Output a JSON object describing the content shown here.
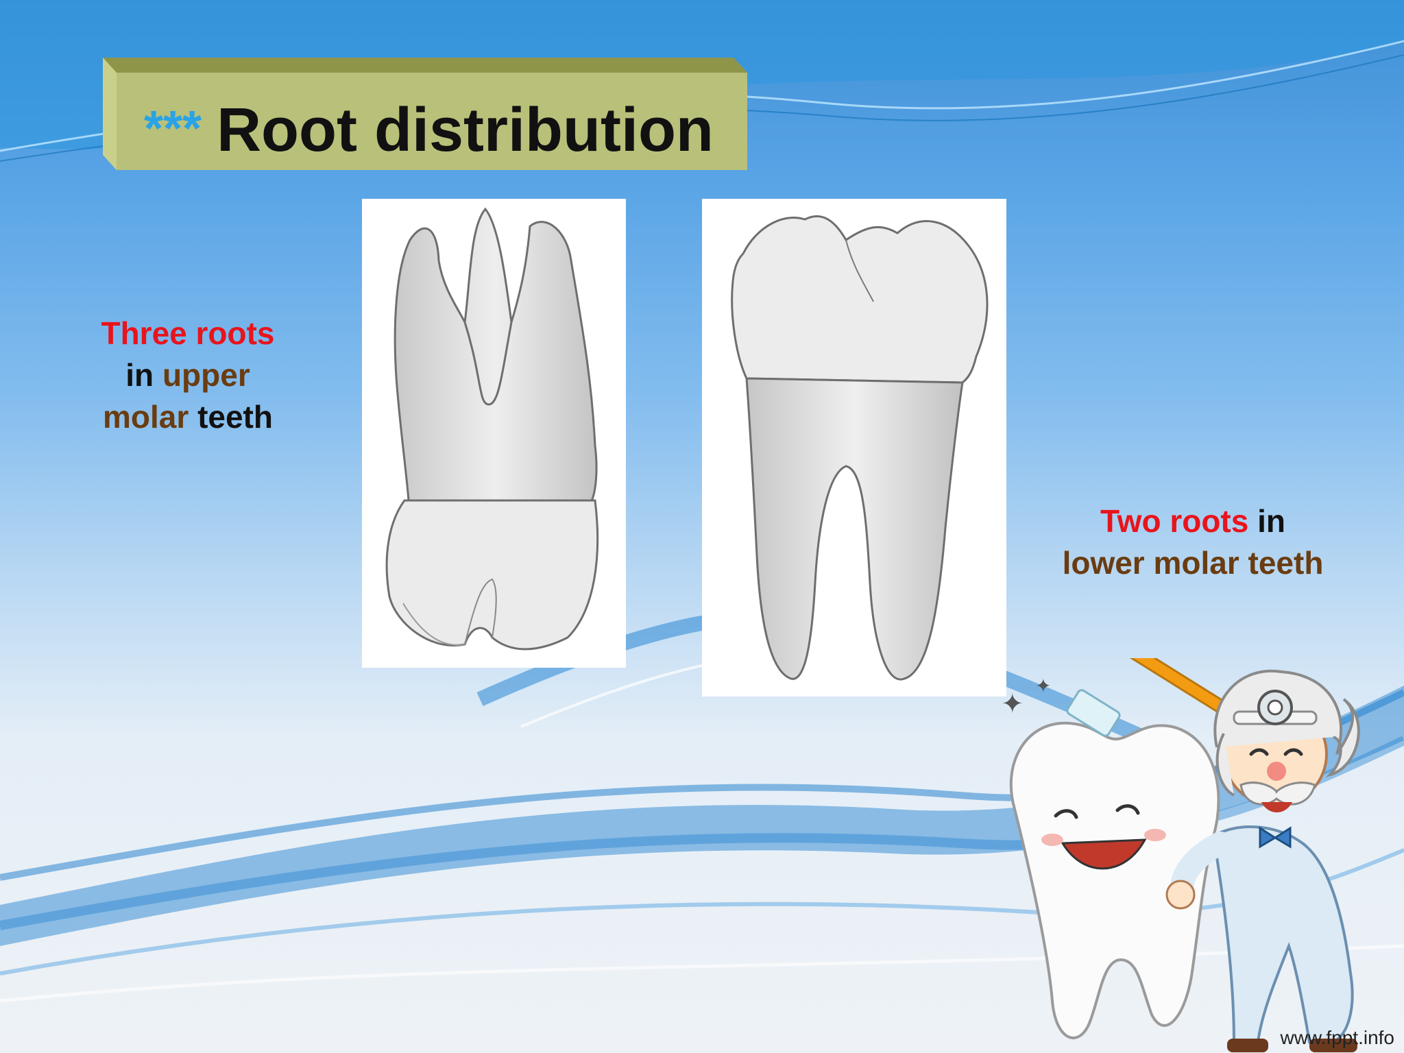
{
  "slide": {
    "title_stars": "***",
    "title": "Root distribution",
    "caption_upper": {
      "part1": "Three roots",
      "part2": "in",
      "part3": "upper",
      "part4": "molar",
      "part5": "teeth"
    },
    "caption_lower": {
      "part1": "Two roots",
      "part2": "in",
      "part3": "lower molar teeth"
    },
    "footer": "www.fppt.info"
  },
  "colors": {
    "accent_stars": "#29a3e6",
    "emphasis_red": "#e8141c",
    "emphasis_brown": "#6a3c10",
    "title_box": "#b9c07a"
  },
  "icons": {
    "upper_tooth": "upper-molar-tooth-illustration",
    "lower_tooth": "lower-molar-tooth-illustration",
    "mascot": "dentist-cartoon-with-tooth"
  }
}
